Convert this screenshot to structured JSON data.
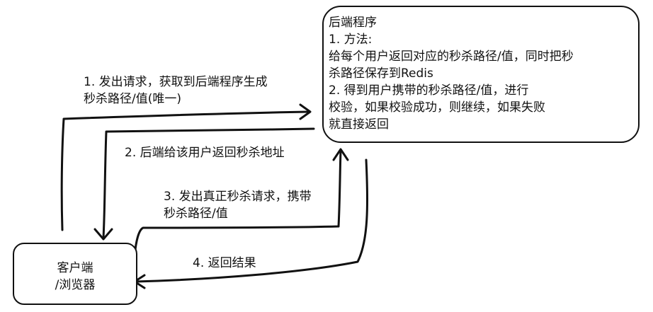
{
  "server": {
    "title": "后端程序",
    "lines": [
      "1. 方法:",
      "给每个用户返回对应的秒杀路径/值，同时把秒",
      "杀路径保存到Redis",
      "2. 得到用户携带的秒杀路径/值，进行",
      "校验，如果校验成功，则继续，如果失败",
      "就直接返回"
    ]
  },
  "client": {
    "lines": [
      "客户端",
      "/浏览器"
    ]
  },
  "steps": {
    "step1": [
      "1. 发出请求，获取到后端程序生成",
      "秒杀路径/值(唯一)"
    ],
    "step2": "2. 后端给该用户返回秒杀地址",
    "step3": [
      "3. 发出真正秒杀请求，携带",
      "秒杀路径/值"
    ],
    "step4": "4. 返回结果"
  }
}
